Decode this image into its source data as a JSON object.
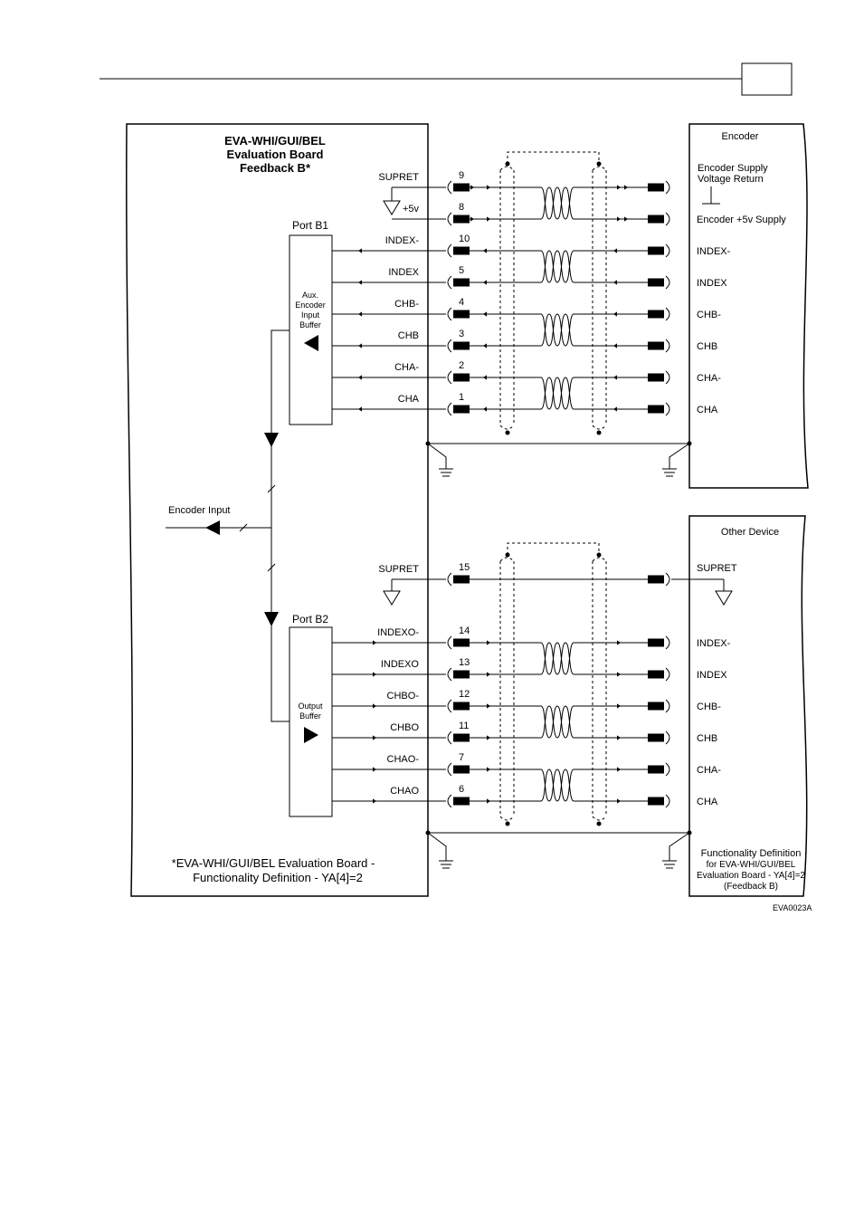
{
  "header": {
    "page_box": ""
  },
  "board": {
    "title_lines": [
      "EVA-WHI/GUI/BEL",
      "Evaluation Board",
      "Feedback B*"
    ],
    "footnote_lines": [
      "*EVA-WHI/GUI/BEL Evaluation Board -",
      "Functionality Definition - YA[4]=2"
    ]
  },
  "port_b1": {
    "label": "Port B1",
    "buffer_lines": [
      "Aux.",
      "Encoder",
      "Input",
      "Buffer"
    ]
  },
  "port_b2": {
    "label": "Port B2",
    "buffer_lines": [
      "Output",
      "Buffer"
    ]
  },
  "encoder_input_label": "Encoder Input",
  "encoder": {
    "title": "Encoder",
    "supply_lines": [
      "Encoder Supply",
      "Voltage Return"
    ]
  },
  "other_device": {
    "title": "Other Device",
    "functionality_lines": [
      "Functionality Definition",
      "for EVA-WHI/GUI/BEL",
      "Evaluation Board - YA[4]=2",
      "(Feedback B)"
    ]
  },
  "signals_top": [
    {
      "board": "SUPRET",
      "pin": "9",
      "device": ""
    },
    {
      "board": "+5v",
      "pin": "8",
      "device": "Encoder +5v Supply"
    },
    {
      "board": "INDEX-",
      "pin": "10",
      "device": "INDEX-"
    },
    {
      "board": "INDEX",
      "pin": "5",
      "device": "INDEX"
    },
    {
      "board": "CHB-",
      "pin": "4",
      "device": "CHB-"
    },
    {
      "board": "CHB",
      "pin": "3",
      "device": "CHB"
    },
    {
      "board": "CHA-",
      "pin": "2",
      "device": "CHA-"
    },
    {
      "board": "CHA",
      "pin": "1",
      "device": "CHA"
    }
  ],
  "signals_bottom": [
    {
      "board": "SUPRET",
      "pin": "15",
      "device": "SUPRET"
    },
    {
      "board": "INDEXO-",
      "pin": "14",
      "device": "INDEX-"
    },
    {
      "board": "INDEXO",
      "pin": "13",
      "device": "INDEX"
    },
    {
      "board": "CHBO-",
      "pin": "12",
      "device": "CHB-"
    },
    {
      "board": "CHBO",
      "pin": "11",
      "device": "CHB"
    },
    {
      "board": "CHAO-",
      "pin": "7",
      "device": "CHA-"
    },
    {
      "board": "CHAO",
      "pin": "6",
      "device": "CHA"
    }
  ],
  "figure_id": "EVA0023A"
}
